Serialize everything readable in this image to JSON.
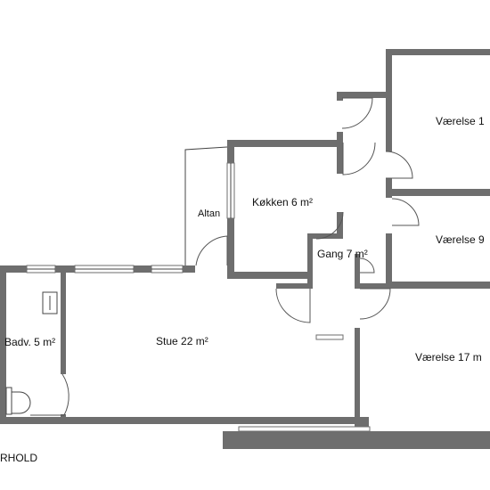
{
  "plan": {
    "footer_label": "RHOLD",
    "rooms": {
      "altan": "Altan",
      "kokken": "Køkken 6 m²",
      "gang": "Gang 7 m²",
      "vaerelse_top": "Værelse 1",
      "vaerelse_mid": "Værelse 9",
      "vaerelse_bottom": "Værelse 17 m",
      "badv": "Badv. 5 m²",
      "stue": "Stue 22 m²"
    }
  }
}
